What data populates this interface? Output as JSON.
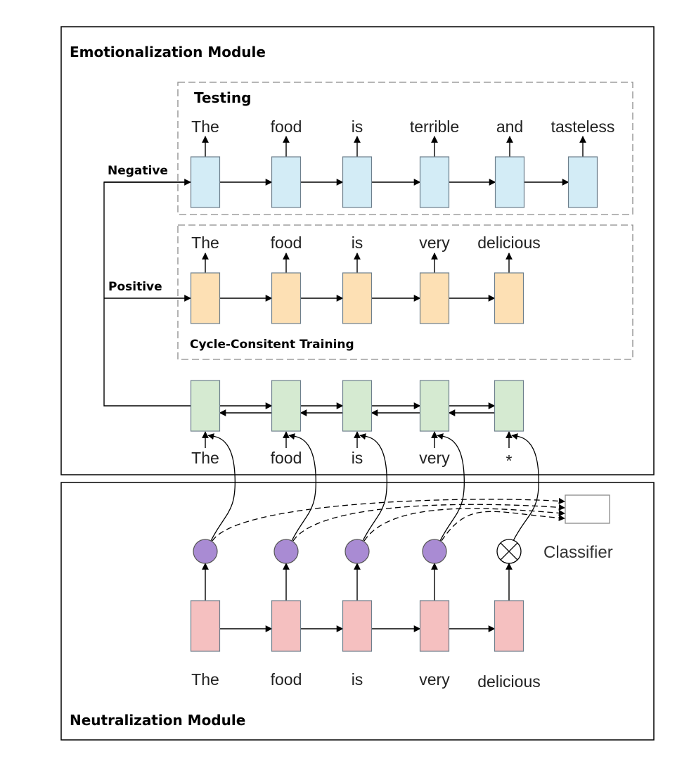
{
  "modules": {
    "emotionalization": {
      "title": "Emotionalization Module"
    },
    "neutralization": {
      "title": "Neutralization Module"
    }
  },
  "testing": {
    "title": "Testing",
    "words": [
      "The",
      "food",
      "is",
      "terrible",
      "and",
      "tasteless"
    ],
    "cell_color": "#d3ecf6"
  },
  "training": {
    "title": "Cycle-Consitent Training",
    "words": [
      "The",
      "food",
      "is",
      "very",
      "delicious"
    ],
    "cell_color": "#fde0b4"
  },
  "branches": {
    "negative": "Negative",
    "positive": "Positive"
  },
  "bidirectional": {
    "words": [
      "The",
      "food",
      "is",
      "very",
      "*"
    ],
    "cell_color": "#d5ead1"
  },
  "neutralization": {
    "words": [
      "The",
      "food",
      "is",
      "very",
      "delicious"
    ],
    "cell_color": "#f5c0c0",
    "node_color": "#a98bd3",
    "node_types": [
      "circle",
      "circle",
      "circle",
      "circle",
      "otimes"
    ]
  },
  "classifier": {
    "label": "Classifier"
  }
}
